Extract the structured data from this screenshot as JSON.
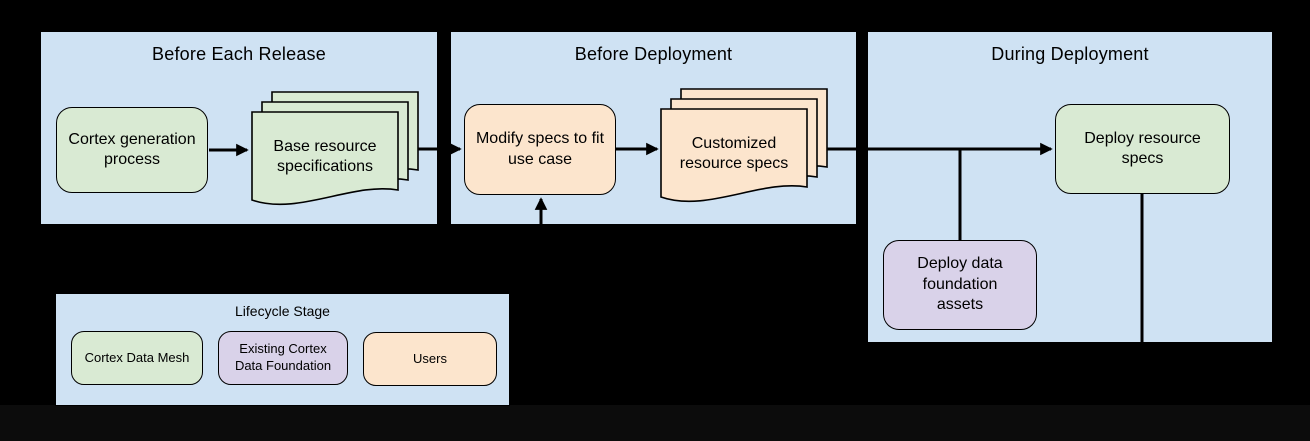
{
  "colors": {
    "canvas_background": "#000000",
    "panel_background": "#cfe2f3",
    "green": "#d9ead3",
    "orange": "#fce5cd",
    "purple": "#d9d2e9",
    "connector": "#000000",
    "text": "#000000"
  },
  "diagram": {
    "panels": [
      {
        "title": "Before Each Release"
      },
      {
        "title": "Before Deployment"
      },
      {
        "title": "During Deployment"
      }
    ],
    "nodes": [
      {
        "id": "cortex-generation-process",
        "label": "Cortex generation process",
        "shape": "rounded-box",
        "color": "#d9ead3",
        "panel": "Before Each Release"
      },
      {
        "id": "base-resource-specifications",
        "label": "Base resource specifications",
        "shape": "document-stack",
        "color": "#d9ead3",
        "panel": "Before Each Release"
      },
      {
        "id": "modify-specs",
        "label": "Modify specs to fit use case",
        "shape": "rounded-box",
        "color": "#fce5cd",
        "panel": "Before Deployment"
      },
      {
        "id": "customized-resource-specs",
        "label": "Customized resource specs",
        "shape": "document-stack",
        "color": "#fce5cd",
        "panel": "Before Deployment"
      },
      {
        "id": "deploy-resource-specs",
        "label": "Deploy resource specs",
        "shape": "rounded-box",
        "color": "#d9ead3",
        "panel": "During Deployment"
      },
      {
        "id": "deploy-data-foundation-assets",
        "label": "Deploy data foundation assets",
        "shape": "rounded-box",
        "color": "#d9d2e9",
        "panel": "During Deployment"
      }
    ],
    "edges": [
      {
        "from": "cortex-generation-process",
        "to": "base-resource-specifications",
        "arrowhead": true
      },
      {
        "from": "base-resource-specifications",
        "to": "modify-specs",
        "arrowhead": true
      },
      {
        "from": "below-panel",
        "to": "modify-specs",
        "arrowhead": true,
        "direction": "up"
      },
      {
        "from": "modify-specs",
        "to": "customized-resource-specs",
        "arrowhead": true
      },
      {
        "from": "customized-resource-specs",
        "to": "deploy-resource-specs",
        "arrowhead": true
      },
      {
        "from": "flow-junction",
        "to": "deploy-data-foundation-assets",
        "arrowhead": false
      },
      {
        "from": "deploy-resource-specs",
        "to": "panel-bottom-edge",
        "arrowhead": false
      }
    ]
  },
  "legend": {
    "title": "Lifecycle Stage",
    "items": [
      {
        "label": "Cortex Data Mesh",
        "color": "#d9ead3"
      },
      {
        "label": "Existing Cortex Data Foundation",
        "color": "#d9d2e9"
      },
      {
        "label": "Users",
        "color": "#fce5cd"
      }
    ]
  }
}
